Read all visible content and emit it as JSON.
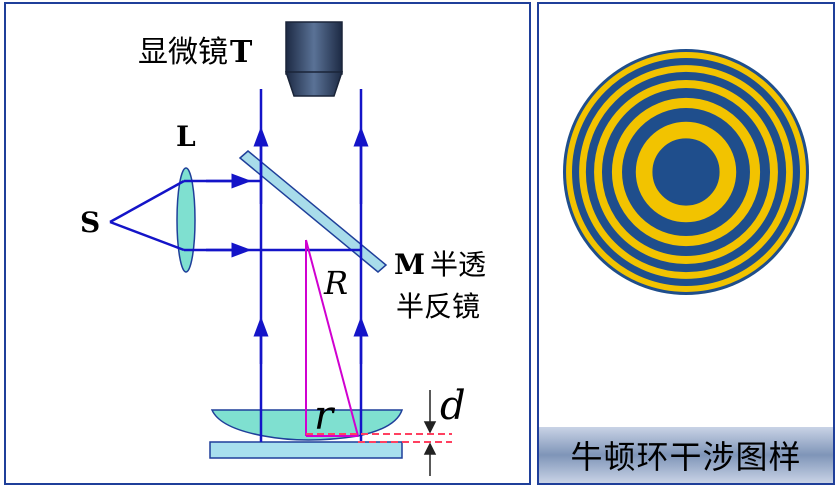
{
  "labels": {
    "microscope": "显微镜",
    "microscope_letter": "T",
    "lens": "L",
    "source": "S",
    "mirror_letter": "M",
    "mirror_text_line1": "半透",
    "mirror_text_line2": "半反镜",
    "radius": "R",
    "ring_radius": "r",
    "gap": "d"
  },
  "caption": "牛顿环干涉图样",
  "colors": {
    "ray": "#1414c8",
    "construction": "#d000d0",
    "lens_fill": "#7fe0d0",
    "plate_fill": "#a8e0ee",
    "mirror_fill": "#a8dcea",
    "ring_dark": "#1f4e8c",
    "ring_light": "#f2c300",
    "gap_marker": "#ff4060"
  },
  "newton_rings": {
    "ring_count_light": 5
  }
}
